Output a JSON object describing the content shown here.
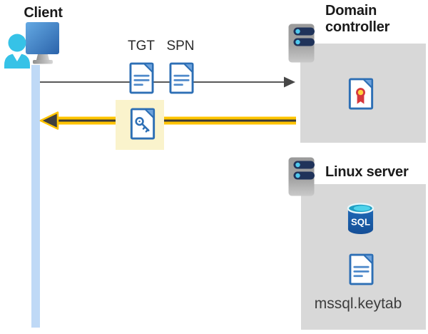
{
  "client": {
    "label": "Client"
  },
  "messages": {
    "tgt_label": "TGT",
    "spn_label": "SPN"
  },
  "domain_controller": {
    "label": "Domain controller"
  },
  "linux_server": {
    "label": "Linux server",
    "sql_badge_label": "SQL",
    "keytab_label": "mssql.keytab"
  },
  "colors": {
    "request_arrow_gray": "#595959",
    "response_arrow_yellow": "#FFC400",
    "response_arrow_core": "#3A3A3A",
    "highlight_box_yellow": "#FAF3CC",
    "zone_box_gray": "#D8D8D8",
    "document_border_blue": "#2D6FB5",
    "document_fold_blue": "#6FA3DC",
    "lifeline_blue": "#BFD9F6",
    "person_cyan": "#36C2E7",
    "monitor_blue": "#2B63AA",
    "server_bar_navy": "#20335A",
    "sql_body_blue": "#1A61AE",
    "certificate_red": "#D6373C"
  },
  "icons": {
    "client": "person-at-monitor-icon",
    "domain_controller": "server-icon",
    "linux_server": "server-icon",
    "tgt": "document-icon",
    "spn": "document-icon",
    "service_ticket": "key-document-icon",
    "certificate": "certificate-icon",
    "sql": "sql-database-icon",
    "keytab": "document-icon"
  }
}
